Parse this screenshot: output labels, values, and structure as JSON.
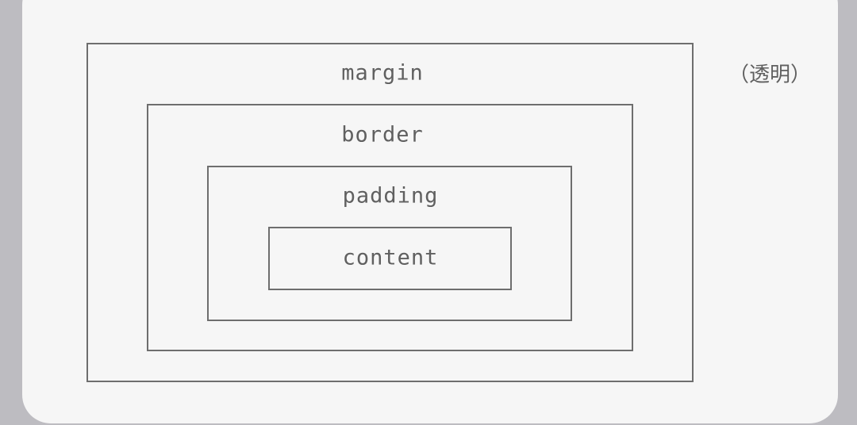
{
  "layers": {
    "margin": "margin",
    "border": "border",
    "padding": "padding",
    "content": "content"
  },
  "margin_note": "（透明）",
  "colors": {
    "line": "#6e6e6e",
    "text": "#606060",
    "card": "#f6f6f6",
    "background": "#bdbcc1"
  }
}
